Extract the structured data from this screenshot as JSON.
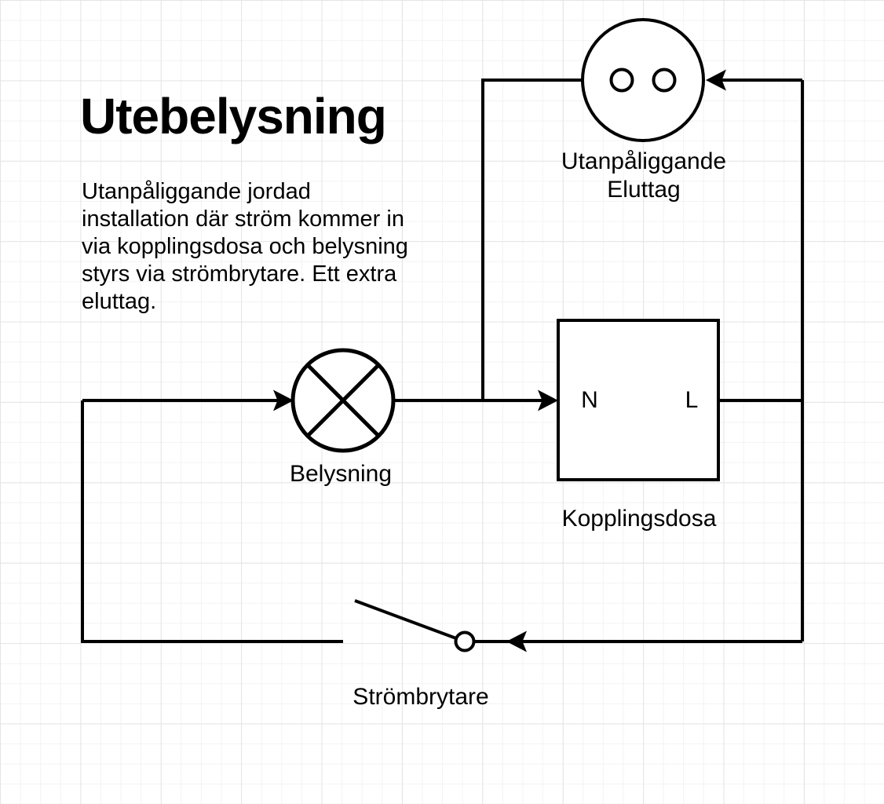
{
  "canvas": {
    "title": "Utebelysning",
    "description": "Utanpåliggande jordad\ninstallation där ström kommer in\nvia kopplingsdosa och belysning\nstyrs via strömbrytare. Ett extra\neluttag."
  },
  "nodes": {
    "outlet": {
      "label": "Utanpåliggande\nEluttag"
    },
    "lamp": {
      "label": "Belysning"
    },
    "junction_box": {
      "label": "Kopplingsdosa",
      "terminal_left": "N",
      "terminal_right": "L"
    },
    "switch": {
      "label": "Strömbrytare"
    }
  },
  "colors": {
    "line": "#000000",
    "text": "#000000",
    "background": "#ffffff",
    "grid_minor": "#f3f3f3",
    "grid_major": "#e4e4e4"
  }
}
